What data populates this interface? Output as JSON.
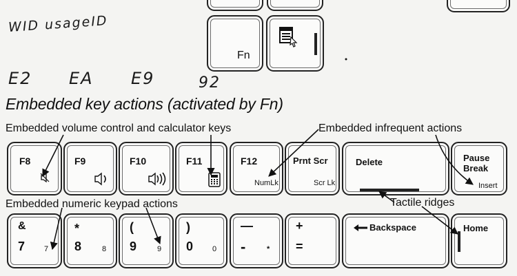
{
  "handwriting": {
    "line1": "WID usageID",
    "line2_parts": [
      "E2",
      "EA",
      "E9",
      "92"
    ]
  },
  "title": "Embedded key actions (activated by Fn)",
  "callouts": {
    "volume_calc": "Embedded volume control and calculator keys",
    "infrequent": "Embedded infrequent actions",
    "numeric": "Embedded numeric keypad actions",
    "tactile": "Tactile ridges"
  },
  "top_keys": {
    "fn": "Fn",
    "menu_icon": "context-menu-icon"
  },
  "row_f": {
    "f8": "F8",
    "f9": "F9",
    "f10": "F10",
    "f11": "F11",
    "f12": "F12",
    "f12_sub": "NumLk",
    "prtscr": "Prnt Scr",
    "prtscr_sub": "Scr Lk",
    "delete": "Delete",
    "pause1": "Pause",
    "pause2": "Break",
    "pause_sub": "Insert",
    "icons": {
      "f8": "mute-icon",
      "f9": "volume-down-icon",
      "f10": "volume-up-icon",
      "f11": "calculator-icon"
    }
  },
  "row_num": {
    "k7_top": "&",
    "k7": "7",
    "k7_sub": "7",
    "k8_top": "*",
    "k8": "8",
    "k8_sub": "8",
    "k9_top": "(",
    "k9": "9",
    "k9_sub": "9",
    "k0_top": ")",
    "k0": "0",
    "k0_sub": "0",
    "minus_top": "—",
    "minus": "-",
    "minus_sub": "*",
    "plus_top": "+",
    "plus": "=",
    "backspace": "Backspace",
    "home": "Home"
  }
}
